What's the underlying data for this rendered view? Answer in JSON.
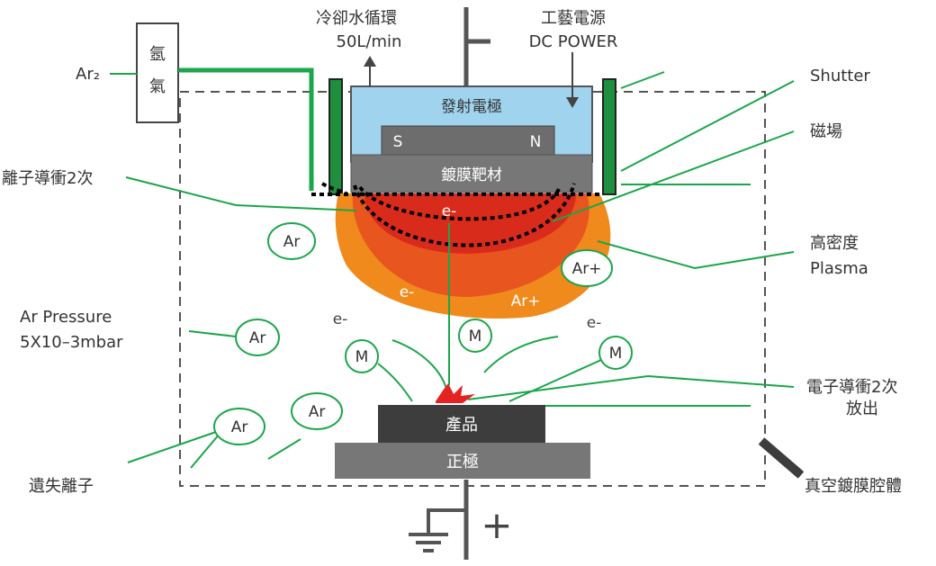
{
  "colors": {
    "green": "#1aa64a",
    "chamber_border": "#555555",
    "target_gray": "#777777",
    "dark_bar": "#3d3d3d",
    "electrode_blue": "#9fd3ee",
    "plasma_outer": "#f08a1c",
    "plasma_mid": "#e8551e",
    "plasma_core": "#d92b1b",
    "spark_red": "#e52222"
  },
  "gas_box": {
    "line1": "氬",
    "line2": "氣"
  },
  "cooling": {
    "line1": "冷卻水循環",
    "line2": "50L/min"
  },
  "power": {
    "line1": "工藝電源",
    "line2": "DC POWER"
  },
  "electrode": {
    "label": "發射電極",
    "magnet_s": "S",
    "magnet_n": "N"
  },
  "target": {
    "label": "鍍膜靶材"
  },
  "product": {
    "label": "產品"
  },
  "anode": {
    "label": "正極"
  },
  "plus_sign": "+",
  "labels": {
    "ar2": "Ar₂",
    "shutter": "Shutter",
    "magnetic_field": "磁場",
    "ion_secondary": "離子導衝2次",
    "dense_line1": "高密度",
    "dense_line2": "Plasma",
    "pressure_line1": "Ar Pressure",
    "pressure_line2": "5X10–3mbar",
    "electron_line1": "電子導衝2次",
    "electron_line2": "放出",
    "lost_ions": "遺失離子",
    "chamber": "真空鍍膜腔體"
  },
  "particles": {
    "ar": "Ar",
    "ar_plus": "Ar+",
    "m": "M",
    "e_minus": "e-"
  }
}
